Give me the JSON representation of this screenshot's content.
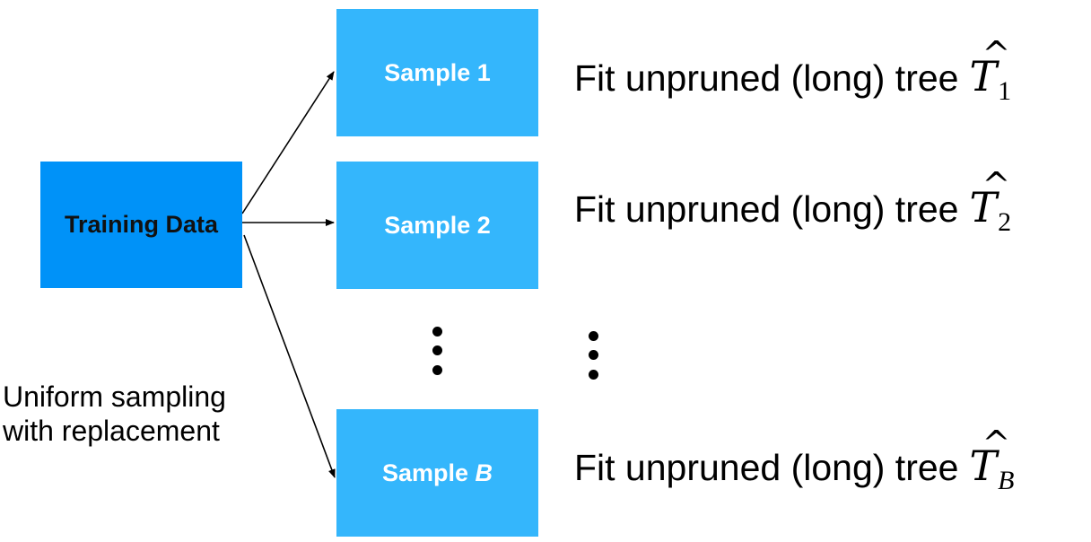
{
  "source": {
    "label": "Training Data",
    "color": "#0092f8"
  },
  "samples": [
    {
      "label": "Sample 1"
    },
    {
      "label": "Sample 2"
    },
    {
      "label_prefix": "Sample ",
      "label_var": "B"
    }
  ],
  "sample_color": "#34b6fc",
  "fits": [
    {
      "text": "Fit unpruned (long) tree",
      "symbol": "T",
      "hat": "^",
      "subscript": "1"
    },
    {
      "text": "Fit unpruned (long) tree",
      "symbol": "T",
      "hat": "^",
      "subscript": "2"
    },
    {
      "text": "Fit unpruned (long) tree",
      "symbol": "T",
      "hat": "^",
      "subscript": "B"
    }
  ],
  "caption": {
    "line1": "Uniform sampling",
    "line2": "with replacement"
  }
}
